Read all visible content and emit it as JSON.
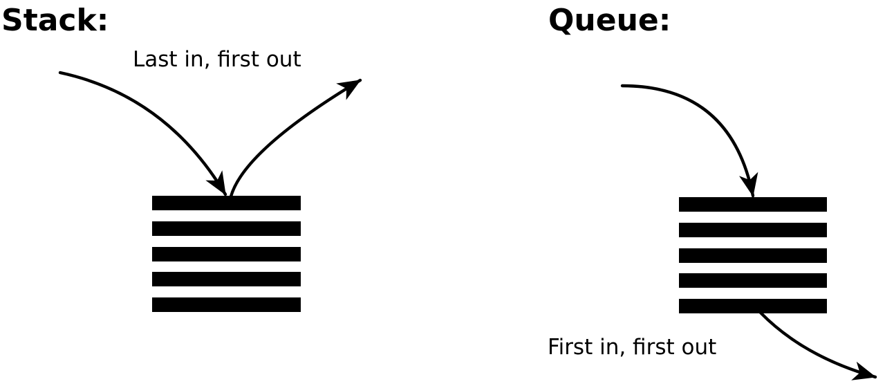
{
  "page": {
    "background_color": "#ffffff",
    "ink_color": "#000000"
  },
  "stack": {
    "title": "Stack:",
    "caption": "Last in, first out",
    "items": 5,
    "arrows": {
      "in_icon": "push-arrow",
      "out_icon": "pop-arrow"
    }
  },
  "queue": {
    "title": "Queue:",
    "caption": "First in, first out",
    "items": 5,
    "arrows": {
      "in_icon": "enqueue-arrow",
      "out_icon": "dequeue-arrow"
    }
  }
}
